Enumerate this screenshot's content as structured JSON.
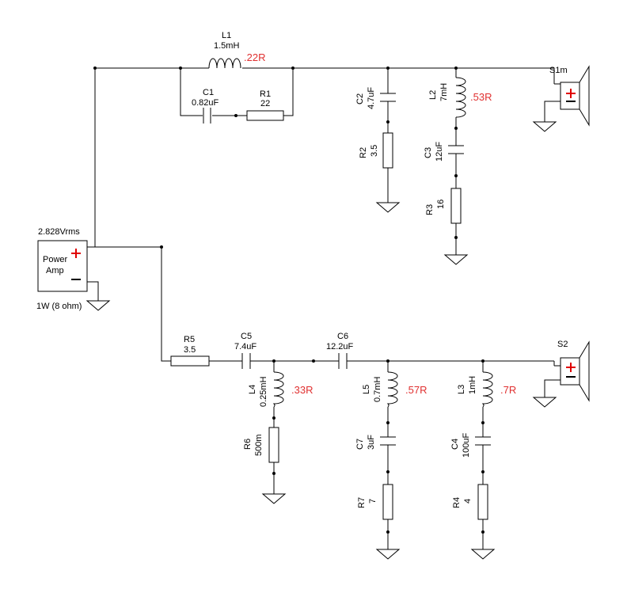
{
  "source": {
    "voltage": "2.828Vrms",
    "name_line1": "Power",
    "name_line2": "Amp",
    "power": "1W (8 ohm)"
  },
  "speakers": {
    "top": "S1m",
    "bottom": "S2"
  },
  "top": {
    "L1": {
      "name": "L1",
      "value": "1.5mH",
      "res": ".22R"
    },
    "C1": {
      "name": "C1",
      "value": "0.82uF"
    },
    "R1": {
      "name": "R1",
      "value": "22"
    },
    "C2": {
      "name": "C2",
      "value": "4.7uF"
    },
    "R2": {
      "name": "R2",
      "value": "3.5"
    },
    "L2": {
      "name": "L2",
      "value": "7mH",
      "res": ".53R"
    },
    "C3": {
      "name": "C3",
      "value": "12uF"
    },
    "R3": {
      "name": "R3",
      "value": "16"
    }
  },
  "bottom": {
    "R5": {
      "name": "R5",
      "value": "3.5"
    },
    "C5": {
      "name": "C5",
      "value": "7.4uF"
    },
    "C6": {
      "name": "C6",
      "value": "12.2uF"
    },
    "L4": {
      "name": "L4",
      "value": "0.25mH",
      "res": ".33R"
    },
    "R6": {
      "name": "R6",
      "value": "500m"
    },
    "L5": {
      "name": "L5",
      "value": "0.7mH",
      "res": ".57R"
    },
    "C7": {
      "name": "C7",
      "value": "3uF"
    },
    "R7": {
      "name": "R7",
      "value": "7"
    },
    "L3": {
      "name": "L3",
      "value": "1mH",
      "res": ".7R"
    },
    "C4": {
      "name": "C4",
      "value": "100uF"
    },
    "R4": {
      "name": "R4",
      "value": "4"
    }
  },
  "colors": {
    "wire": "#000000",
    "resistance_label": "#e03030",
    "polarity": "#e00000"
  }
}
